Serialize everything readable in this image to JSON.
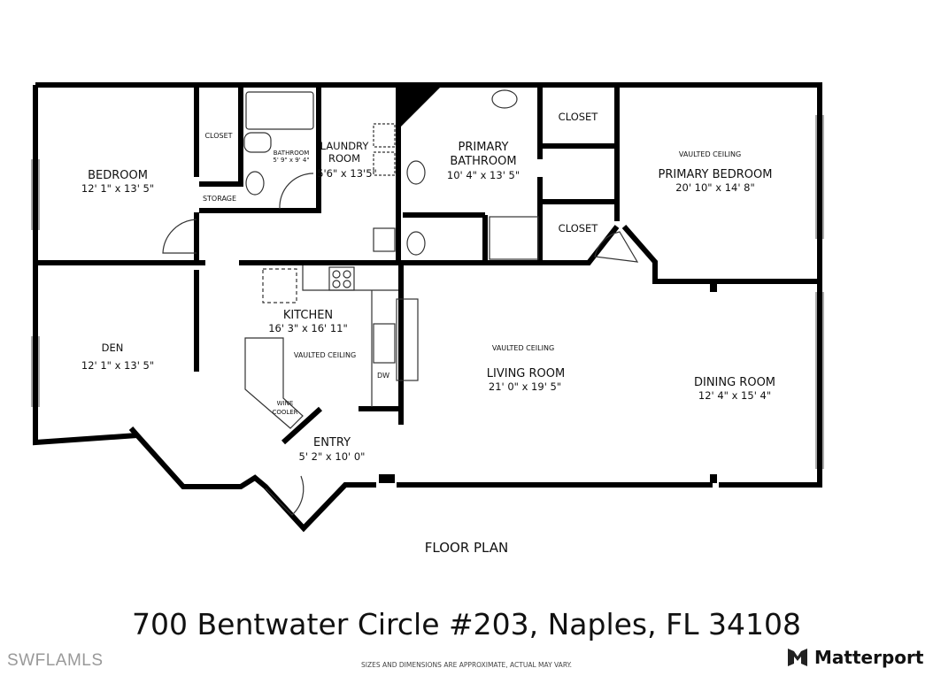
{
  "rooms": {
    "bedroom": {
      "name": "BEDROOM",
      "dims": "12' 1\" x 13' 5\""
    },
    "closet_left": {
      "name": "CLOSET"
    },
    "storage": {
      "name": "STORAGE"
    },
    "bathroom": {
      "name": "BATHROOM",
      "dims": "5' 9\" x 9' 4\""
    },
    "laundry": {
      "name1": "LAUNDRY",
      "name2": "ROOM",
      "dims": "5'6\" x 13'5\""
    },
    "primary_bathroom": {
      "name1": "PRIMARY",
      "name2": "BATHROOM",
      "dims": "10' 4\" x 13' 5\""
    },
    "closet_top": {
      "name": "CLOSET"
    },
    "closet_mid": {
      "name": "CLOSET"
    },
    "primary_bedroom": {
      "note": "VAULTED CEILING",
      "name": "PRIMARY BEDROOM",
      "dims": "20' 10\" x 14' 8\""
    },
    "den": {
      "name": "DEN",
      "dims": "12' 1\" x 13' 5\""
    },
    "kitchen": {
      "name": "KITCHEN",
      "dims": "16' 3\" x 16' 11\"",
      "note": "VAULTED CEILING"
    },
    "wine_cooler": {
      "name1": "WINE",
      "name2": "COOLER"
    },
    "dw": {
      "name": "DW"
    },
    "living": {
      "note": "VAULTED CEILING",
      "name": "LIVING ROOM",
      "dims": "21' 0\" x 19' 5\""
    },
    "dining": {
      "name": "DINING ROOM",
      "dims": "12' 4\" x 15' 4\""
    },
    "entry": {
      "name": "ENTRY",
      "dims": "5' 2\" x 10' 0\""
    }
  },
  "plan_title": "FLOOR PLAN",
  "address": "700 Bentwater Circle #203, Naples, FL 34108",
  "disclaimer": "SIZES AND DIMENSIONS ARE APPROXIMATE, ACTUAL MAY VARY.",
  "mls_watermark": "SWFLAMLS",
  "brand": {
    "name": "Matterport",
    "icon": "matterport-logo-icon"
  },
  "colors": {
    "wall": "#000000",
    "fixture": "#333333"
  }
}
